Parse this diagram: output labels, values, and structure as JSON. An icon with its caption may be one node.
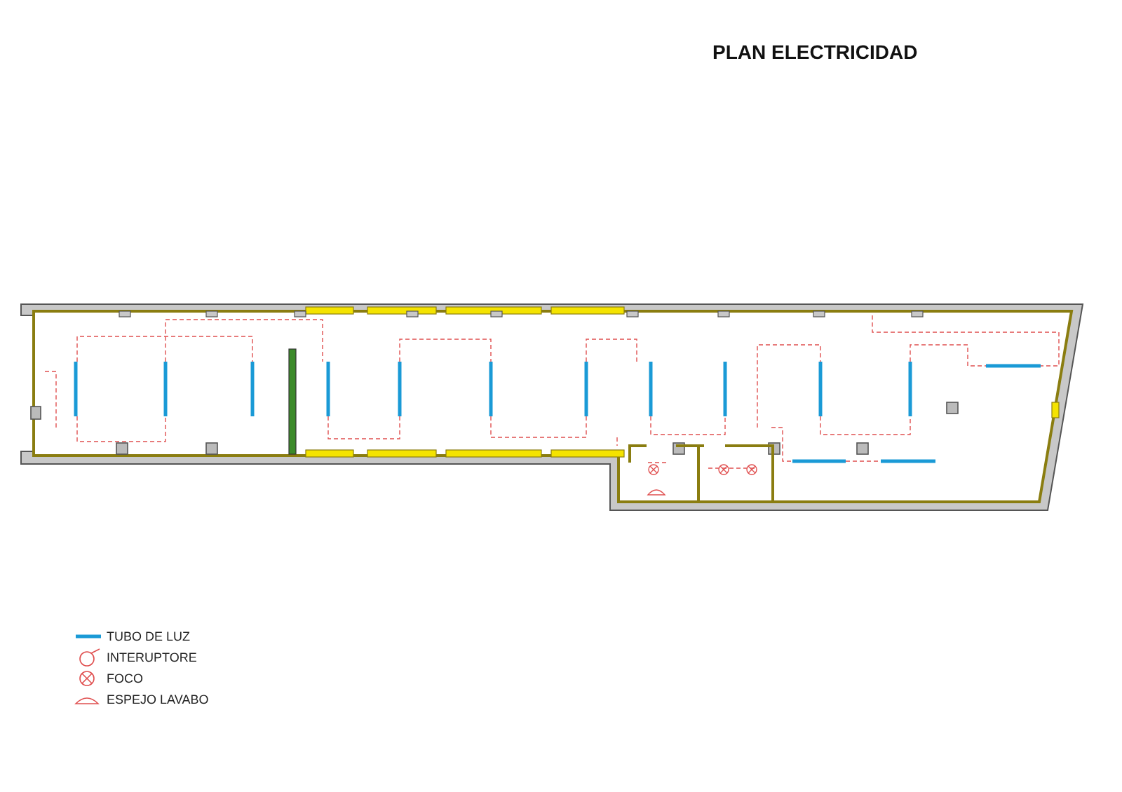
{
  "diagram": {
    "title": "PLAN ELECTRICIDAD",
    "legend": [
      {
        "text": "TUBO DE LUZ"
      },
      {
        "text": "INTERUPTORE"
      },
      {
        "text": "FOCO"
      },
      {
        "text": "ESPEJO LAVABO"
      }
    ]
  }
}
